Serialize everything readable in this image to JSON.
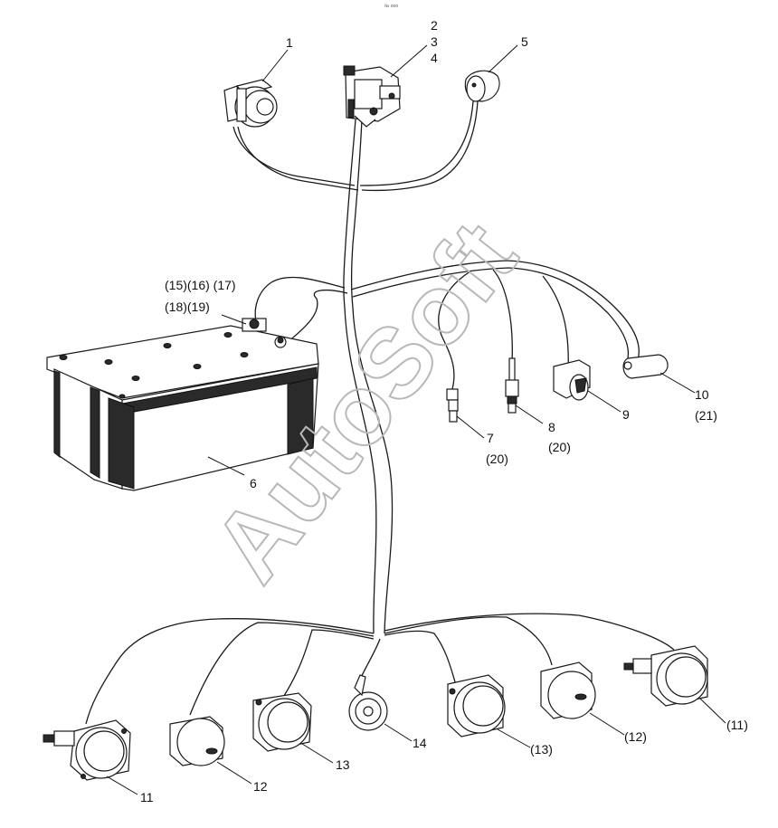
{
  "watermark": "AutoSoft",
  "top_mark": "№ ооо",
  "callouts": {
    "c1": "1",
    "c2": "2",
    "c3": "3",
    "c4": "4",
    "c5": "5",
    "c6": "6",
    "c7": "7",
    "c7_sub": "(20)",
    "c8": "8",
    "c8_sub": "(20)",
    "c9": "9",
    "c10": "10",
    "c10_sub": "(21)",
    "c11_left": "11",
    "c11_right": "(11)",
    "c12_left": "12",
    "c12_right": "(12)",
    "c13_left": "13",
    "c13_right": "(13)",
    "c14": "14",
    "terminal_line1": "(15)(16) (17)",
    "terminal_line2": "(18)(19)"
  }
}
